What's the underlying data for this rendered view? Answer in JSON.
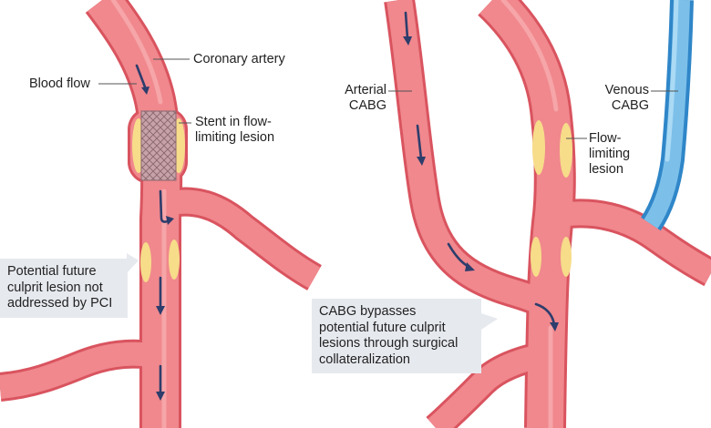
{
  "colors": {
    "artery_fill": "#f0888d",
    "artery_edge": "#d9545f",
    "artery_highlight": "#f8b2b4",
    "plaque": "#f7dc8a",
    "stent": "#c7a2a8",
    "vein_fill": "#7cc0ea",
    "vein_edge": "#2f86c8",
    "flow_arrow": "#2d3d6c",
    "callout_bg": "#e6e9ee",
    "leader_line": "#555555"
  },
  "left_panel": {
    "labels": {
      "coronary_artery": "Coronary artery",
      "blood_flow": "Blood flow",
      "stent": "Stent in flow-\nlimiting lesion"
    },
    "callout": "Potential future\nculprit lesion not\naddressed by PCI"
  },
  "right_panel": {
    "labels": {
      "arterial_cabg": "Arterial\nCABG",
      "venous_cabg": "Venous\nCABG",
      "flow_lesion": "Flow-\nlimiting\nlesion"
    },
    "callout": "CABG bypasses\npotential future culprit\nlesions through surgical\ncollateralization"
  }
}
